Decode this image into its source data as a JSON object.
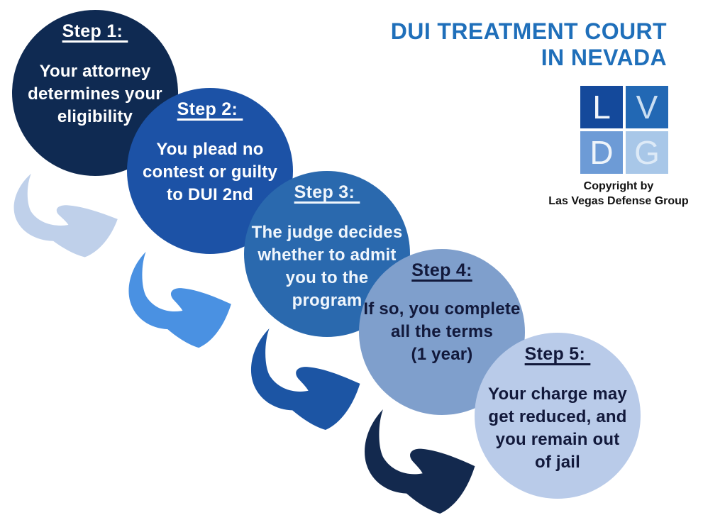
{
  "title": "DUI TREATMENT COURT\nIN NEVADA",
  "title_color": "#1f6fba",
  "background_color": "#ffffff",
  "steps": [
    {
      "label": "Step 1: ",
      "body": "Your attorney\ndetermines your\neligibility",
      "bg_color": "#0f2a52",
      "text_color": "#ffffff"
    },
    {
      "label": "Step 2: ",
      "body": "You plead no\ncontest or guilty\nto DUI 2nd",
      "bg_color": "#1c52a6",
      "text_color": "#ffffff"
    },
    {
      "label": "Step 3: ",
      "body": "The judge decides\nwhether to admit\nyou to the\nprogram",
      "bg_color": "#2a69ae",
      "text_color": "#f0f6fc"
    },
    {
      "label": "Step 4:",
      "body": "If so, you complete\nall the terms\n(1 year)",
      "bg_color": "#7f9fcc",
      "text_color": "#12193b"
    },
    {
      "label": "Step 5: ",
      "body": "Your charge may\nget reduced, and\nyou remain out\nof jail",
      "bg_color": "#b9cbe9",
      "text_color": "#12193b"
    }
  ],
  "arrows": [
    {
      "name": "arrow-step1-to-step2",
      "color": "#bfd0ea"
    },
    {
      "name": "arrow-step2-to-step3",
      "color": "#4a91e2"
    },
    {
      "name": "arrow-step3-to-step4",
      "color": "#1c55a4"
    },
    {
      "name": "arrow-step4-to-step5",
      "color": "#13294e"
    }
  ],
  "logo": {
    "squares": [
      {
        "letter": "L",
        "bg": "#14499b",
        "fg": "#f2f6fb"
      },
      {
        "letter": "V",
        "bg": "#2268b4",
        "fg": "#c9def2"
      },
      {
        "letter": "D",
        "bg": "#6d9bd6",
        "fg": "#eef4fa"
      },
      {
        "letter": "G",
        "bg": "#a8c7e8",
        "fg": "#ddeaf7"
      }
    ],
    "copyright": "Copyright by\nLas Vegas Defense Group"
  }
}
